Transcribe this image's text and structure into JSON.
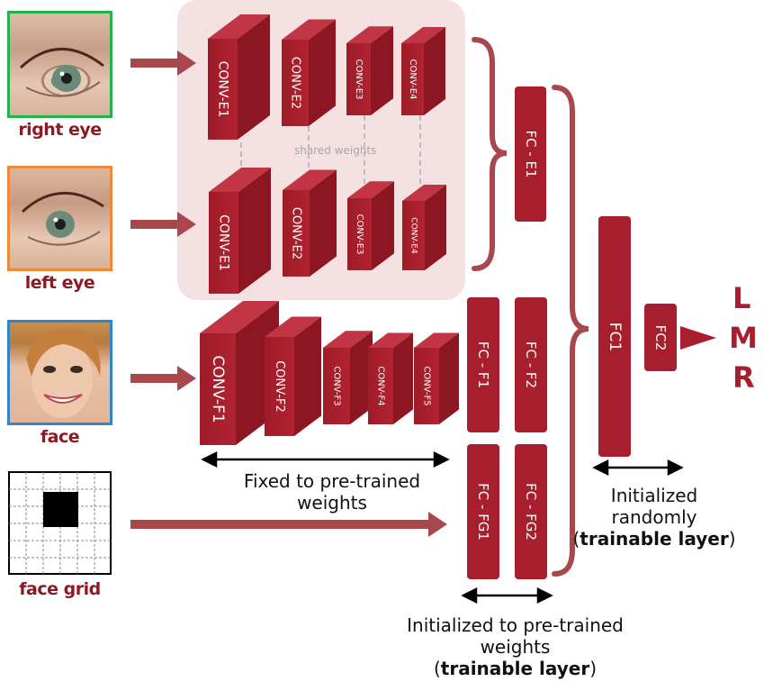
{
  "inputs": {
    "right_eye": {
      "label": "right eye",
      "frame_color": "#23b34a"
    },
    "left_eye": {
      "label": "left eye",
      "frame_color": "#f0883a"
    },
    "face": {
      "label": "face",
      "frame_color": "#2f87c8"
    },
    "face_grid": {
      "label": "face grid"
    }
  },
  "conv_blocks": {
    "eye_top": [
      "CONV-E1",
      "CONV-E2",
      "CONV-E3",
      "CONV-E4"
    ],
    "eye_bottom": [
      "CONV-E1",
      "CONV-E2",
      "CONV-E3",
      "CONV-E4"
    ],
    "face": [
      "CONV-F1",
      "CONV-F2",
      "CONV-F3",
      "CONV-F4",
      "CONV-F5"
    ],
    "shared_weights_label": "shared weights"
  },
  "fc_layers": {
    "fc_e1": "FC - E1",
    "fc_f1": "FC - F1",
    "fc_f2": "FC - F2",
    "fc_fg1": "FC - FG1",
    "fc_fg2": "FC - FG2",
    "fc1": "FC1",
    "fc2": "FC2"
  },
  "outputs": [
    "L",
    "M",
    "R"
  ],
  "annotations": {
    "fixed": "Fixed to pre-trained weights",
    "init_random_line1": "Initialized",
    "init_random_line2": "randomly",
    "init_random_bold": "trainable layer",
    "init_pre_line1": "Initialized to pre-trained",
    "init_pre_line2": "weights",
    "init_pre_bold": "trainable layer"
  },
  "colors": {
    "accent": "#a71e2c",
    "arrow": "#a8474c",
    "shared_panel": "#f5e1e1",
    "brace": "#a8474c"
  }
}
